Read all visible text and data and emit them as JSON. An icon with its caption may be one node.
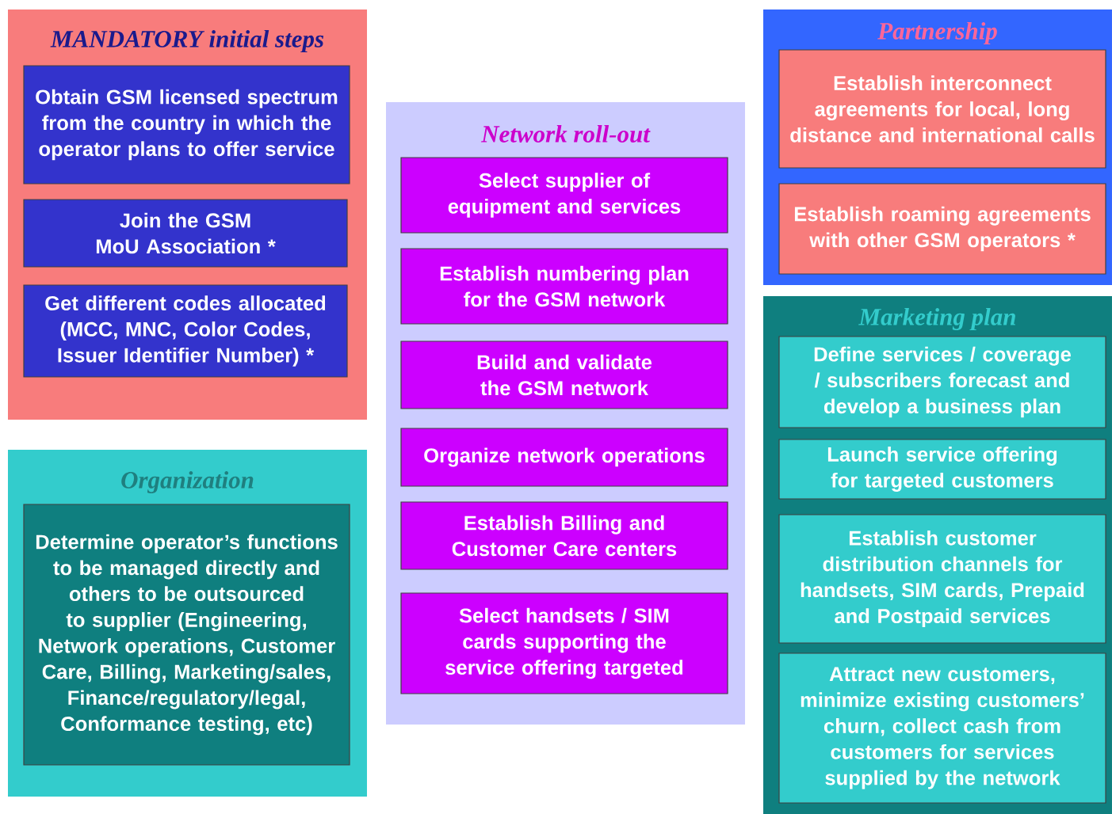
{
  "diagram": {
    "nodes": [
      {
        "text": [
          "MANDATORY initial steps"
        ]
      },
      {
        "text": [
          "Obtain GSM licensed spectrum from the country in which the operator plans to offer service"
        ],
        "in": 0
      },
      {
        "text": [
          "Join the GSM MoU Association *"
        ],
        "in": 0
      },
      {
        "text": [
          "Get different codes allocated (MCC, MNC, Color Codes, Issuer Identifier Number) *"
        ],
        "in": 0
      },
      {
        "text": [
          "Organization"
        ]
      },
      {
        "text": [
          "Determine operator’s functions to be managed directly and others to be outsourced to supplier (Engineering, Network operations, Customer Care, Billing, Marketing/sales, Finance/regulatory/legal, Conformance testing, etc)"
        ],
        "in": 4
      },
      {
        "text": [
          "Network roll-out"
        ]
      },
      {
        "text": [
          "Select supplier of equipment and services"
        ],
        "in": 6
      },
      {
        "text": [
          "Establish numbering plan for the GSM network"
        ],
        "in": 6
      },
      {
        "text": [
          "Build and validate the GSM network"
        ],
        "in": 6
      },
      {
        "text": [
          "Organize network operations"
        ],
        "in": 6
      },
      {
        "text": [
          "Establish Billing and Customer Care centers"
        ],
        "in": 6
      },
      {
        "text": [
          "Select handsets / SIM cards supporting the service offering targeted"
        ],
        "in": 6
      },
      {
        "text": [
          "Partnership"
        ]
      },
      {
        "text": [
          "Establish interconnect agreements for local, long distance and international calls"
        ],
        "in": 13
      },
      {
        "text": [
          "Establish roaming agreements with other GSM operators *"
        ],
        "in": 13
      },
      {
        "text": [
          "Marketing plan"
        ]
      },
      {
        "text": [
          "Define services / coverage / subscribers forecast and develop a business plan"
        ],
        "in": 16
      },
      {
        "text": [
          "Launch service offering for targeted customers"
        ],
        "in": 16
      },
      {
        "text": [
          "Establish customer distribution channels for handsets, SIM cards, Prepaid and Postpaid services"
        ],
        "in": 16
      },
      {
        "text": [
          "Attract new customers, minimize existing customers’ churn, collect cash from customers for services supplied by the network"
        ],
        "in": 16
      }
    ]
  }
}
